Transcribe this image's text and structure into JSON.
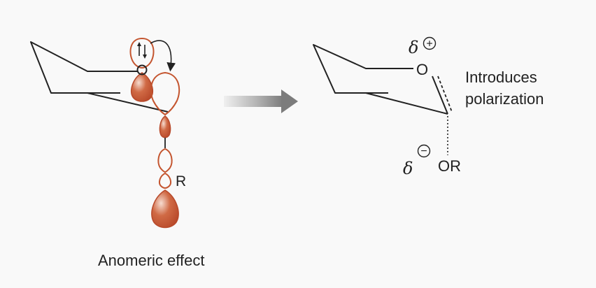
{
  "left_panel": {
    "caption": "Anomeric effect",
    "ring_oxygen": "O",
    "substituent": "R"
  },
  "right_panel": {
    "ring_oxygen": "O",
    "substituent": "OR",
    "delta_symbol": "δ",
    "positive_charge": "+",
    "negative_charge": "−",
    "annotation_line1": "Introduces",
    "annotation_line2": "polarization"
  },
  "colors": {
    "orbital_stroke": "#c4552f",
    "orbital_fill": "#c9603a",
    "orbital_highlight": "#f3d3c4",
    "bond": "#222222",
    "background": "#f9f9f9",
    "arrow_dark": "#8a8a8a",
    "arrow_light": "#e2e2e2"
  }
}
